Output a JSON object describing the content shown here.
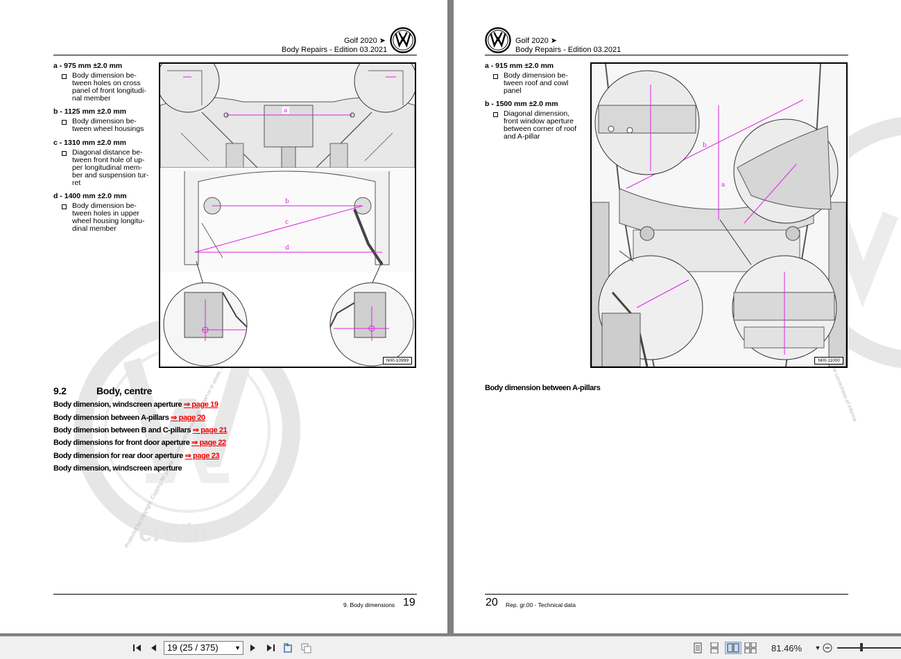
{
  "left_page": {
    "header": {
      "title_line1": "Golf 2020 ➤",
      "title_line2": "Body Repairs - Edition 03.2021"
    },
    "dimensions": [
      {
        "head": "a - 975 mm ±2.0 mm",
        "text": "Body dimension be-\ntween holes on cross\npanel of front longitudi-\nnal member"
      },
      {
        "head": "b - 1125 mm ±2.0 mm",
        "text": "Body dimension be-\ntween wheel housings"
      },
      {
        "head": "c - 1310 mm ±2.0 mm",
        "text": "Diagonal distance be-\ntween front hole of up-\nper longitudinal mem-\nber and suspension tur-\nret"
      },
      {
        "head": "d - 1400 mm ±2.0 mm",
        "text": "Body dimension be-\ntween holes in upper\nwheel housing longitu-\ndinal member"
      }
    ],
    "figure": {
      "code": "N00-10999",
      "labels": [
        "a",
        "b",
        "c",
        "d"
      ]
    },
    "section": {
      "number": "9.2",
      "title": "Body, centre"
    },
    "links": [
      {
        "text": "Body dimension, windscreen aperture",
        "ref": "⇒ page 19"
      },
      {
        "text": "Body dimension between A-pillars",
        "ref": "⇒ page 20"
      },
      {
        "text": "Body dimension between B and C-pillars",
        "ref": "⇒ page 21"
      },
      {
        "text": "Body dimensions for front door aperture",
        "ref": "⇒ page 22"
      },
      {
        "text": "Body dimension for rear door aperture",
        "ref": "⇒ page 23"
      },
      {
        "text": "Body dimension, windscreen aperture",
        "ref": ""
      }
    ],
    "footer": {
      "chapter": "9. Body dimensions",
      "page_number": "19"
    },
    "watermark": {
      "text": "Protected by copyright. Copying for private or commercial purposes, in part or in whole, is not permitted unless authorised by Volkswagen AG",
      "brand": "erWin"
    }
  },
  "right_page": {
    "header": {
      "title_line1": "Golf 2020 ➤",
      "title_line2": "Body Repairs - Edition 03.2021"
    },
    "dimensions": [
      {
        "head": "a - 915 mm ±2.0 mm",
        "text": "Body dimension be-\ntween roof and cowl\npanel"
      },
      {
        "head": "b - 1500 mm ±2.0 mm",
        "text": "Diagonal dimension,\nfront window aperture\nbetween corner of roof\nand A-pillar"
      }
    ],
    "figure": {
      "code": "N00-11000",
      "labels": [
        "a",
        "b"
      ]
    },
    "caption": "Body dimension between A-pillars",
    "footer": {
      "page_number": "20",
      "chapter": "Rep. gr.00 - Technical data"
    },
    "watermark": {
      "text": "Volkswagen AG does not guarantee or accept any liability with respect to the correctness of information in this document."
    }
  },
  "toolbar": {
    "page_selector": "19 (25 / 375)",
    "zoom": "81.46%",
    "icons": [
      "first-page-icon",
      "prev-page-icon",
      "next-page-icon",
      "last-page-icon",
      "rotate-icon",
      "copy-page-icon",
      "single-page-icon",
      "continuous-icon",
      "facing-icon",
      "facing-continuous-icon",
      "zoom-out-icon"
    ]
  },
  "colors": {
    "dimension_line": "#e020e0",
    "link": "#e00000",
    "accent": "#000000"
  }
}
